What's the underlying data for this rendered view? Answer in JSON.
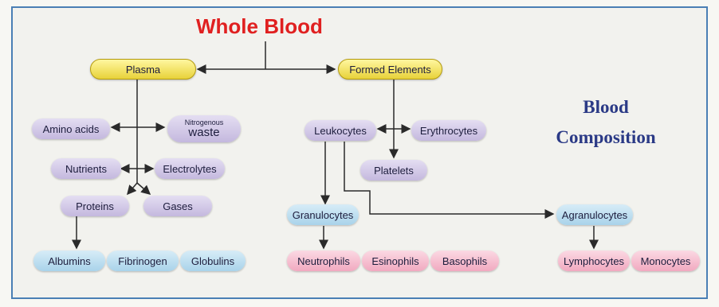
{
  "title": "Whole Blood",
  "side_title": [
    "Blood",
    "Composition"
  ],
  "colors": {
    "title": "#e02020",
    "side_title": "#2b3a86",
    "blood_drip": "#c8101a",
    "frame_border": "#4a7fb5"
  },
  "nodes": {
    "plasma": "Plasma",
    "formed_elements": "Formed Elements",
    "amino_acids": "Amino acids",
    "nitrogenous_waste_line1": "Nitrogenous",
    "nitrogenous_waste_line2": "waste",
    "nutrients": "Nutrients",
    "electrolytes": "Electrolytes",
    "proteins": "Proteins",
    "gases": "Gases",
    "albumins": "Albumins",
    "fibrinogen": "Fibrinogen",
    "globulins": "Globulins",
    "leukocytes": "Leukocytes",
    "erythrocytes": "Erythrocytes",
    "platelets": "Platelets",
    "granulocytes": "Granulocytes",
    "agranulocytes": "Agranulocytes",
    "neutrophils": "Neutrophils",
    "esinophils": "Esinophils",
    "basophils": "Basophils",
    "lymphocytes": "Lymphocytes",
    "monocytes": "Monocytes"
  }
}
